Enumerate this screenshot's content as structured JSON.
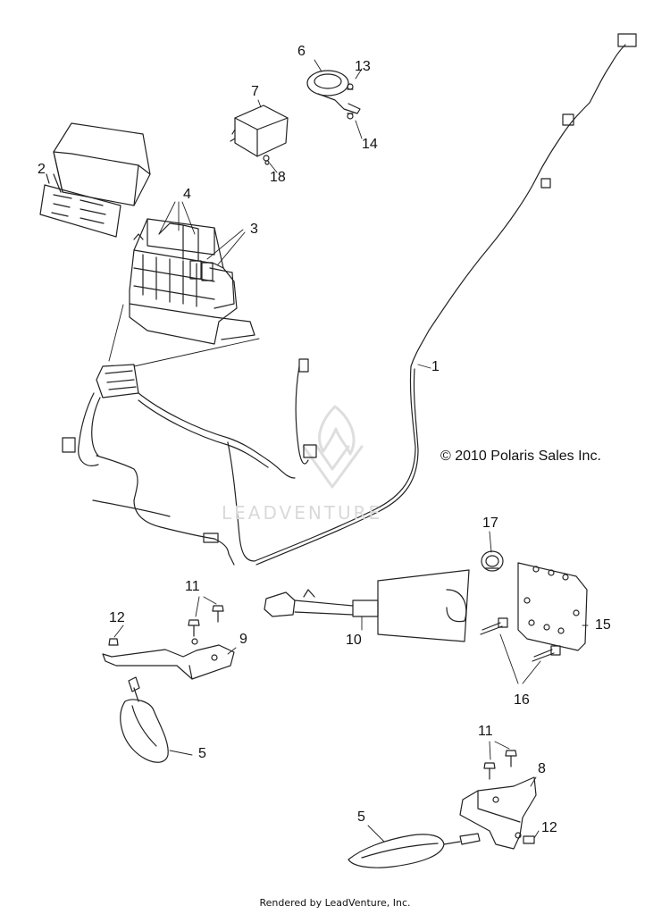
{
  "diagram": {
    "callouts": [
      {
        "id": "c1",
        "text": "1"
      },
      {
        "id": "c2",
        "text": "2"
      },
      {
        "id": "c3",
        "text": "3"
      },
      {
        "id": "c4",
        "text": "4"
      },
      {
        "id": "c5a",
        "text": "5"
      },
      {
        "id": "c5b",
        "text": "5"
      },
      {
        "id": "c6",
        "text": "6"
      },
      {
        "id": "c7",
        "text": "7"
      },
      {
        "id": "c8",
        "text": "8"
      },
      {
        "id": "c9",
        "text": "9"
      },
      {
        "id": "c10",
        "text": "10"
      },
      {
        "id": "c11a",
        "text": "11"
      },
      {
        "id": "c11b",
        "text": "11"
      },
      {
        "id": "c12a",
        "text": "12"
      },
      {
        "id": "c12b",
        "text": "12"
      },
      {
        "id": "c13",
        "text": "13"
      },
      {
        "id": "c14",
        "text": "14"
      },
      {
        "id": "c15",
        "text": "15"
      },
      {
        "id": "c16",
        "text": "16"
      },
      {
        "id": "c17",
        "text": "17"
      },
      {
        "id": "c18",
        "text": "18"
      }
    ],
    "copyright": "© 2010 Polaris Sales Inc.",
    "watermark": "LEADVENTURE",
    "footer": "Rendered by LeadVenture, Inc."
  }
}
